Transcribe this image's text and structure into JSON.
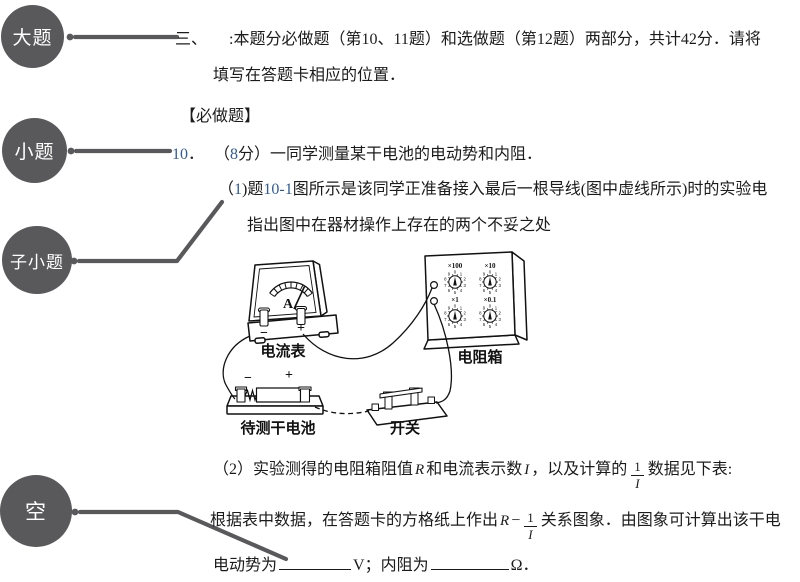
{
  "annotations": {
    "color": "#59595b",
    "badges": [
      {
        "label": "大题"
      },
      {
        "label": "小题"
      },
      {
        "label": "子小题"
      },
      {
        "label": "空"
      }
    ]
  },
  "document": {
    "lines": [
      {
        "segments": [
          {
            "v": "三、"
          },
          {
            "t": "sp",
            "w": 22
          },
          {
            "v": ":本题分必做题（第10、11题）和选做题（第12题）两部分，共计42分．请将"
          }
        ]
      },
      {
        "segments": [
          {
            "v": "填写在答题卡相应的位置．"
          }
        ]
      },
      {
        "segments": [
          {
            "v": "【必做题】"
          }
        ]
      },
      {
        "segments": [
          {
            "v": "10",
            "c": "num"
          },
          {
            "v": "．"
          },
          {
            "t": "sp",
            "w": 10
          },
          {
            "v": "（"
          },
          {
            "v": "8",
            "c": "num"
          },
          {
            "v": "分）一同学测量某干电池的电动势和内阻．"
          }
        ]
      },
      {
        "segments": [
          {
            "v": "（"
          },
          {
            "v": "1",
            "c": "num"
          },
          {
            "v": ")题"
          },
          {
            "v": "10-1",
            "c": "num"
          },
          {
            "v": "图所示是该同学正准备接入最后一根导线(图中虚线所示)时的实验电"
          }
        ]
      },
      {
        "segments": [
          {
            "v": "指出图中在器材操作上存在的两个不妥之处"
          }
        ]
      },
      {
        "segments": [
          {
            "v": "（2）实验测得的电阻箱阻值"
          },
          {
            "v": "R",
            "c": "var"
          },
          {
            "v": "和电流表示数"
          },
          {
            "v": "I",
            "c": "var"
          },
          {
            "v": "，以及计算的"
          },
          {
            "t": "frac",
            "n": "1",
            "d": "I"
          },
          {
            "v": "数据见下表:"
          }
        ]
      },
      {
        "segments": [
          {
            "v": "根据表中数据，在答题卡的方格纸上作出"
          },
          {
            "v": "R",
            "c": "var"
          },
          {
            "v": "−"
          },
          {
            "t": "frac",
            "n": "1",
            "d": "I"
          },
          {
            "v": "关系图象．由图象可计算出该干电"
          }
        ]
      },
      {
        "segments": [
          {
            "v": "电动势为"
          },
          {
            "t": "blank",
            "w": 72
          },
          {
            "v": "V；内阻为"
          },
          {
            "t": "blank",
            "w": 78
          },
          {
            "v": "Ω．"
          }
        ]
      }
    ]
  },
  "diagram": {
    "ammeter": {
      "label": "电流表",
      "dial_letter": "A",
      "minus": "−",
      "plus": "+"
    },
    "resistance_box": {
      "label": "电阻箱",
      "dials": [
        "×100",
        "×10",
        "×1",
        "×0.1"
      ],
      "dial_digits": "0123456789"
    },
    "battery": {
      "label": "待测干电池",
      "minus": "−",
      "plus": "+"
    },
    "switch": {
      "label": "开关"
    }
  }
}
